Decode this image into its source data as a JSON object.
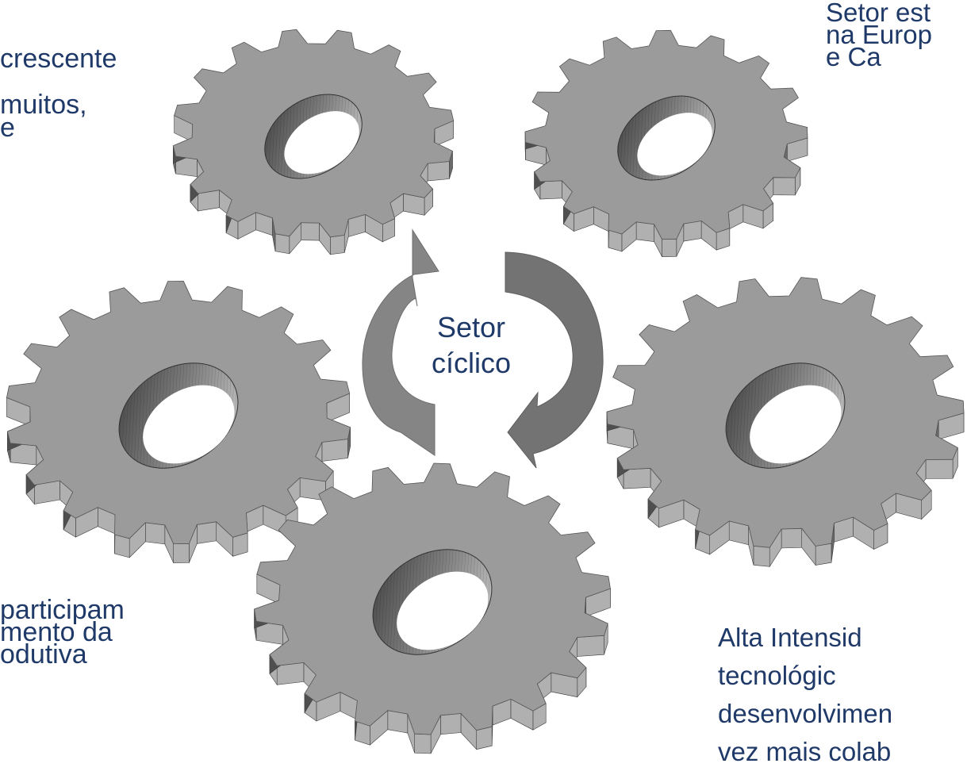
{
  "center_label": "Setor\ncíclico",
  "notes": {
    "top_left": "crescente\n\nmuitos,\ne",
    "top_right": "Setor est\nna Europ\ne Ca",
    "bottom_left": "participam\nmento da\nodutiva",
    "bottom_right": "Alta Intensid\ntecnológic\ndesenvolvimen\nvez mais colab"
  },
  "gears": [
    {
      "id": "top-left",
      "teeth": 16
    },
    {
      "id": "top-right",
      "teeth": 16
    },
    {
      "id": "middle-left",
      "teeth": 18
    },
    {
      "id": "middle-right",
      "teeth": 18
    },
    {
      "id": "bottom",
      "teeth": 18
    }
  ],
  "colors": {
    "gear_face": "#9b9b9b",
    "gear_side": "#6b6b6b",
    "gear_dark": "#4f4f4f",
    "gear_light": "#b0b0b0",
    "arrow": "#707070",
    "arrow_light": "#8d8d8d",
    "text": "#1f3a68"
  }
}
